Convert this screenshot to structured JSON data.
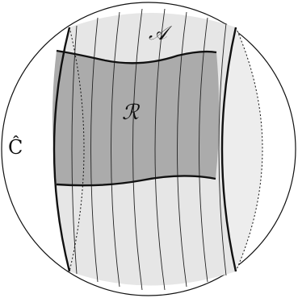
{
  "labels": {
    "annulus": "𝒜",
    "region": "ℛ",
    "riemann_sphere": "Ĉ"
  },
  "colors": {
    "annulus_fill": "#e6e6e6",
    "region_fill": "#ababab",
    "stroke": "#111111",
    "background": "#ffffff"
  }
}
